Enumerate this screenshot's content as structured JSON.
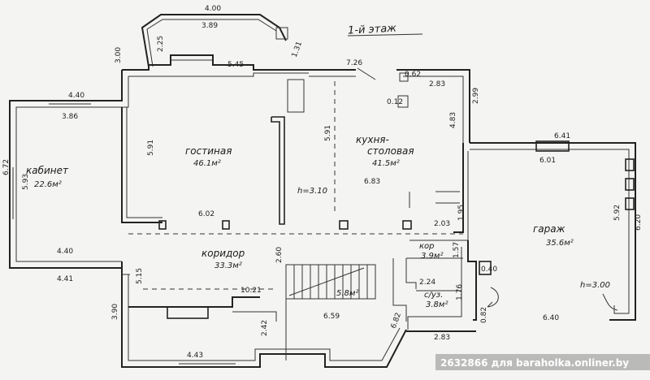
{
  "title": "1-й этаж",
  "rooms": {
    "kabinet": {
      "name": "кабинет",
      "area": "22.6м²"
    },
    "gostinaya": {
      "name": "гостиная",
      "area": "46.1м²"
    },
    "kuhnya": {
      "name": "кухня-",
      "name2": "столовая",
      "area": "41.5м²"
    },
    "garazh": {
      "name": "гараж",
      "area": "35.6м²"
    },
    "koridor": {
      "name": "коридор",
      "area": "33.3м²"
    },
    "kor": {
      "name": "кор",
      "area": "3.9м²"
    },
    "suz": {
      "name": "с/уз.",
      "area": "3.8м²"
    },
    "stairs": {
      "area": "5.8м²"
    }
  },
  "heights": {
    "main": "h=3.10",
    "garage": "h=3.00"
  },
  "dims": {
    "top400": "4.00",
    "top389": "3.89",
    "d225": "2.25",
    "d300": "3.00",
    "d545": "5.45",
    "d131": "1.31",
    "d726": "7.26",
    "d062": "0.62",
    "d283a": "2.83",
    "d299": "2.99",
    "d012": "0.12",
    "d483": "4.83",
    "d440a": "4.40",
    "d386": "3.86",
    "d591a": "5.91",
    "d591b": "5.91",
    "d672": "6.72",
    "d593": "5.93",
    "d641": "6.41",
    "d601": "6.01",
    "d683": "6.83",
    "d602": "6.02",
    "d203": "2.03",
    "d195": "1.95",
    "d592": "5.92",
    "d620": "6.20",
    "d440b": "4.40",
    "d441": "4.41",
    "d515": "5.15",
    "d260": "2.60",
    "d157": "1.57",
    "d040": "0.40",
    "d1021": "10.21",
    "d224": "2.24",
    "d176": "1.76",
    "d659": "6.59",
    "d390": "3.90",
    "d242": "2.42",
    "d082": "0.82",
    "d283b": "2.83",
    "d640": "6.40",
    "d443": "4.43",
    "d682": "6.82"
  },
  "watermark": "2632866 для baraholka.onliner.by"
}
